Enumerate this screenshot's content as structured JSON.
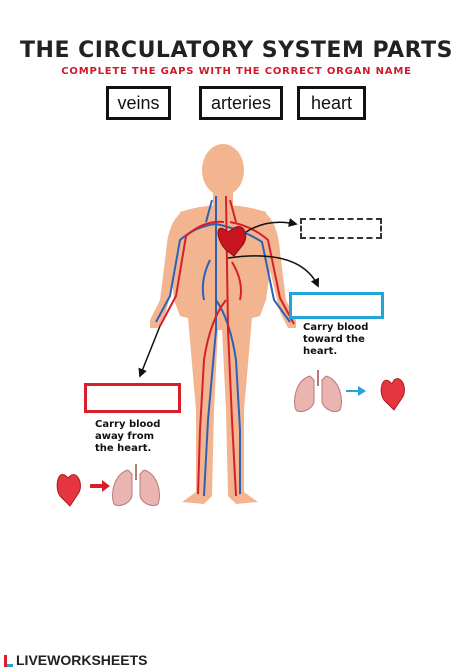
{
  "title": "THE CIRCULATORY SYSTEM PARTS",
  "subtitle": "COMPLETE THE GAPS WITH THE CORRECT ORGAN NAME",
  "word_bank": [
    "veins",
    "arteries",
    "heart"
  ],
  "notes": {
    "toward": [
      "Carry blood",
      "toward the",
      "heart."
    ],
    "away": [
      "Carry blood",
      "away from",
      "the heart."
    ]
  },
  "footer": {
    "brand": "LIVEWORKSHEETS"
  },
  "colors": {
    "title_text": "#222222",
    "subtitle_text": "#d01a2a",
    "artery": "#d71f2a",
    "vein": "#2c62b5",
    "skin": "#f3b58f",
    "gap_blue_border": "#22a4dd",
    "gap_red_border": "#d71f2a",
    "lung": "#eab4b0"
  }
}
